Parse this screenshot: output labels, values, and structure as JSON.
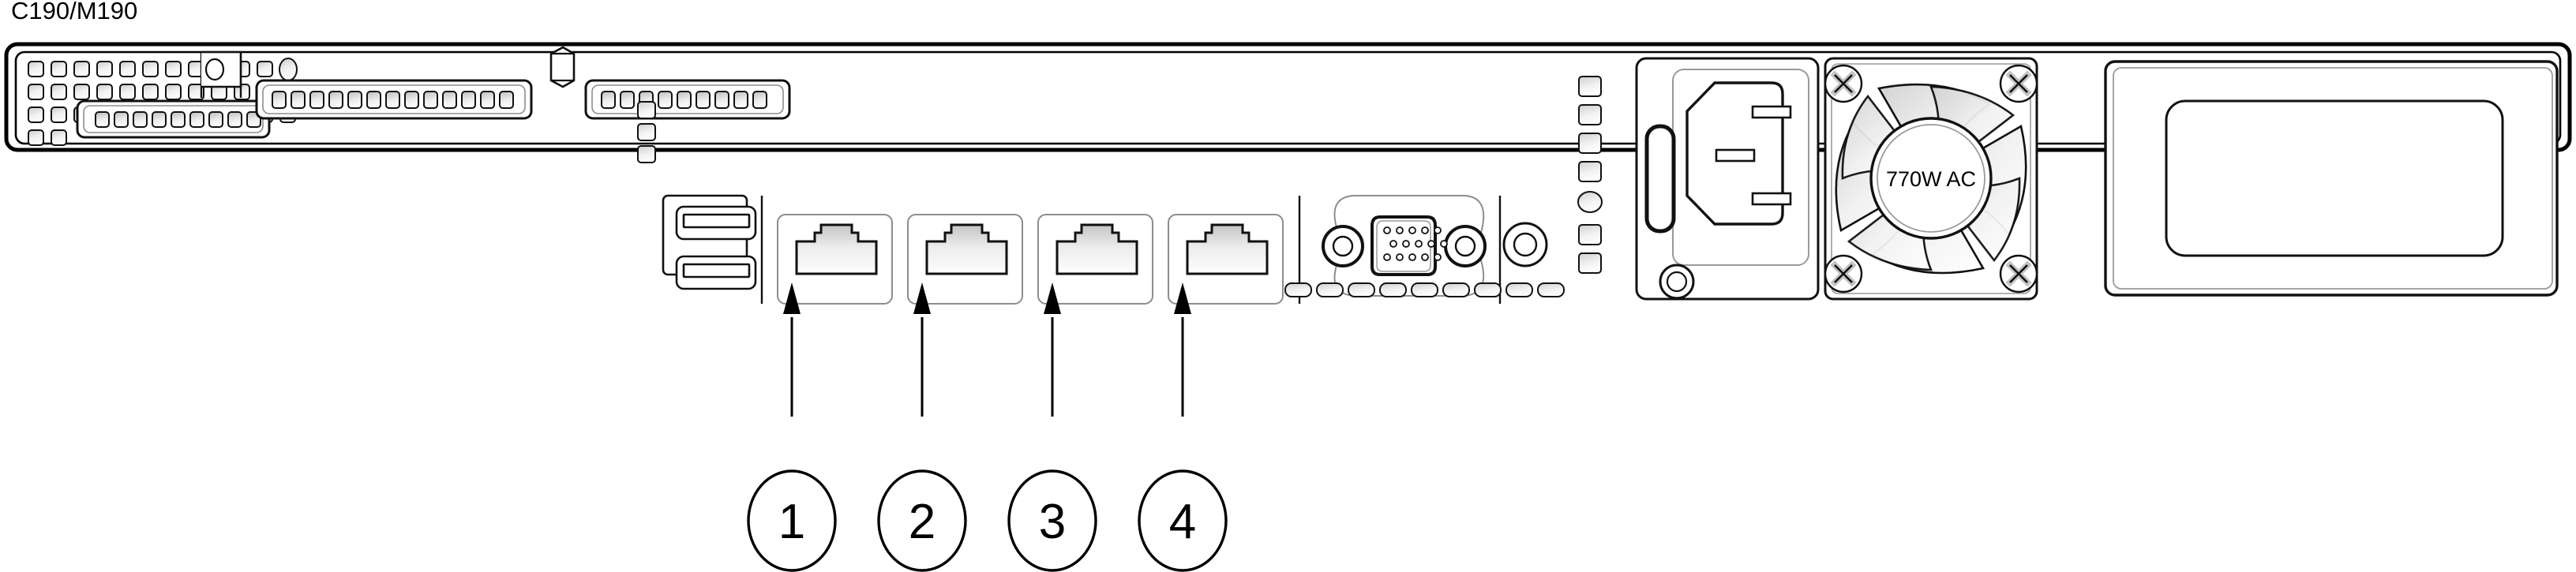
{
  "diagram": {
    "title": "C190/M190",
    "type": "server-rear-panel",
    "chassis": {
      "form_factor": "1U rack server rear view"
    },
    "psu": {
      "fan_label": "770W AC",
      "power_inlet": "IEC C14",
      "inlet_slots": 3,
      "fan_screws": 4,
      "fan_blades": 9
    },
    "vents": {
      "grid_columns": 12,
      "grid_rows": 4,
      "slot_top_left_count": 13,
      "slot_top_right_count": 9,
      "slot_bottom_left_count": 9
    },
    "ports": {
      "usb_count": 2,
      "usb_label": "USB",
      "vga_label": "VGA",
      "vga_pins": 15,
      "led_count": 9,
      "ethernet_count": 4
    },
    "blank_panel": {
      "label": "blank filler panel"
    },
    "callouts": [
      {
        "number": "1",
        "target": "ethernet-port-1"
      },
      {
        "number": "2",
        "target": "ethernet-port-2"
      },
      {
        "number": "3",
        "target": "ethernet-port-3"
      },
      {
        "number": "4",
        "target": "ethernet-port-4"
      }
    ],
    "colors": {
      "outline": "#000000",
      "fill": "#ffffff",
      "vent_light": "#f4f4f4",
      "vent_dark": "#bdbdbd",
      "inner_line": "#7a7a7a"
    }
  }
}
